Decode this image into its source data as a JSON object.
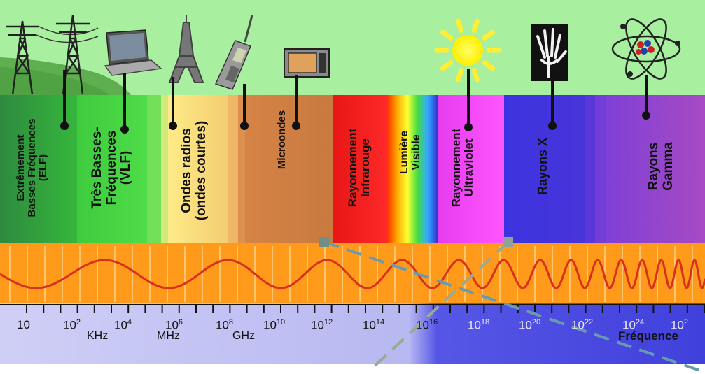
{
  "bands": [
    {
      "id": "elf",
      "label": "Extrêmement\nBasses Fréquences\n(ELF)",
      "color": "#2e8a3e"
    },
    {
      "id": "vlf",
      "label": "Très Basses-\nFréquences\n(VLF)",
      "color": "#3fd43f"
    },
    {
      "id": "radio",
      "label": "Ondes radios\n(ondes courtes)",
      "color": "#f4cf7a"
    },
    {
      "id": "micro",
      "label": "Microondes",
      "color": "#cf8043"
    },
    {
      "id": "ir",
      "label": "Rayonnement\nInfrarouge",
      "color": "#e61c1c"
    },
    {
      "id": "visible",
      "label": "Lumière\nVisible",
      "color": "#ffcc00"
    },
    {
      "id": "uv",
      "label": "Rayonnement\nUltraviolet",
      "color": "#ee44ee"
    },
    {
      "id": "xray",
      "label": "Rayons X",
      "color": "#3a2fe0"
    },
    {
      "id": "gamma",
      "label": "Rayons\nGamma",
      "color": "#9a40c8"
    }
  ],
  "icons": [
    {
      "name": "power-pylon-icon"
    },
    {
      "name": "power-pylon-icon"
    },
    {
      "name": "laptop-icon"
    },
    {
      "name": "eiffel-tower-icon"
    },
    {
      "name": "mobile-phone-icon"
    },
    {
      "name": "microwave-oven-icon"
    },
    {
      "name": "sun-icon"
    },
    {
      "name": "xray-hand-icon"
    },
    {
      "name": "atom-icon"
    }
  ],
  "axis": {
    "ticks": [
      {
        "base": "10",
        "exp": ""
      },
      {
        "base": "10",
        "exp": "2"
      },
      {
        "base": "10",
        "exp": "4"
      },
      {
        "base": "10",
        "exp": "6"
      },
      {
        "base": "10",
        "exp": "8"
      },
      {
        "base": "10",
        "exp": "10"
      },
      {
        "base": "10",
        "exp": "12"
      },
      {
        "base": "10",
        "exp": "14"
      },
      {
        "base": "10",
        "exp": "16"
      },
      {
        "base": "10",
        "exp": "18"
      },
      {
        "base": "10",
        "exp": "20"
      },
      {
        "base": "10",
        "exp": "22"
      },
      {
        "base": "10",
        "exp": "24"
      },
      {
        "base": "10",
        "exp": "2"
      }
    ],
    "units": [
      "KHz",
      "MHz",
      "GHz"
    ],
    "frequency_label": "Fréquence"
  },
  "colors": {
    "sky": "#a8f0a0",
    "hill": "#6fc05a",
    "wave_band": "#ff9a1a",
    "wave_line": "#d8301a",
    "axis_band_left": "#c8c8f4",
    "axis_band_right": "#4a4ae0",
    "overlay_line_blue": "#6a9ab0",
    "overlay_line_gray": "#9aaa90"
  }
}
